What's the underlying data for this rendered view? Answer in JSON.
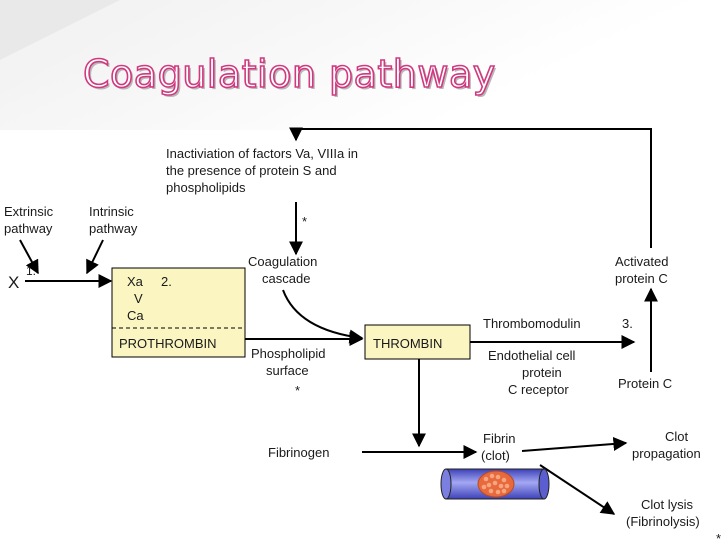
{
  "title": "Coagulation pathway",
  "colors": {
    "title_fill": "#ffffff",
    "title_outline": "#d0397f",
    "box_fill": "#fbf5c2",
    "tube": "#7b7fe0",
    "clot": "#e86a3c"
  },
  "inactivation": [
    "Inactiviation of factors Va, VIIIa in",
    "the presence of protein S and",
    "phospholipids"
  ],
  "inactivation_star": "*",
  "extrinsic": [
    "Extrinsic",
    "pathway"
  ],
  "intrinsic": [
    "Intrinsic",
    "pathway"
  ],
  "x_label": "X",
  "step1": "1.",
  "step2": "2.",
  "step3": "3.",
  "coag_cascade": [
    "Coagulation",
    "cascade"
  ],
  "activated_protein_c": [
    "Activated",
    "protein C"
  ],
  "factors": [
    "Xa",
    "V",
    "Ca"
  ],
  "prothrombin": "PROTHROMBIN",
  "thrombin": "THROMBIN",
  "thrombomodulin": "Thrombomodulin",
  "endothelial": [
    "Endothelial cell",
    "protein",
    "C receptor"
  ],
  "protein_c": "Protein C",
  "phospholipid": [
    "Phospholipid",
    "surface"
  ],
  "phospholipid_star": "*",
  "fibrinogen": "Fibrinogen",
  "fibrin": [
    "Fibrin",
    "(clot)"
  ],
  "clot_propagation": [
    "Clot",
    "propagation"
  ],
  "clot_lysis": [
    "Clot lysis",
    "(Fibrinolysis)"
  ],
  "clot_lysis_star": "*"
}
